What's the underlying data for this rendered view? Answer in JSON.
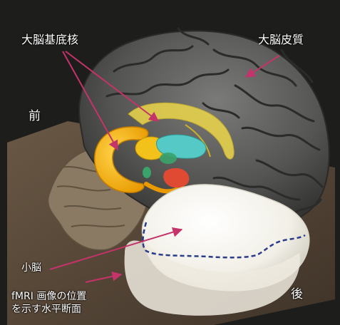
{
  "labels": {
    "basal_ganglia": "大脳基底核",
    "cerebral_cortex": "大脳皮質",
    "front": "前",
    "back": "後",
    "cerebellum": "小脳",
    "fmri_plane_line1": "fMRI 画像の位置",
    "fmri_plane_line2": "を示す水平断面"
  },
  "colors": {
    "background": "#1d1d1b",
    "plane": "#5a4a3c",
    "cortex": "#555555",
    "brainstem": "#8a7a63",
    "caudate_putamen": "#f5b400",
    "lateral_ventricle": "#ecd74a",
    "thalamus_cyan": "#54c9c6",
    "amygdala_red": "#e04a33",
    "green_nucleus": "#3aa36a",
    "cerebellum": "#f4f2ea",
    "arrow": "#c4336a",
    "section_line": "#2a3c8a",
    "text": "#ffffff"
  }
}
